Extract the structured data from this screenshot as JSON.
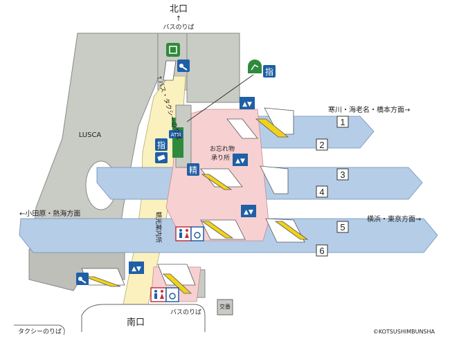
{
  "labels": {
    "north_exit": "北口",
    "north_arrow": "↑",
    "north_bus": "バスのりば",
    "bus_taxi": "↑バス・タクシーのりば",
    "lusca": "LUSCA",
    "dir_kawa": "寒川・海老名・橋本方面→",
    "dir_odawara": "←小田原・熱海方面",
    "dir_yokohama": "横浜・東京方面→",
    "lost_found_1": "お忘れ物",
    "lost_found_2": "承り所",
    "tourist_info": "観光案内所",
    "south_exit": "南口",
    "south_bus": "バスのりば",
    "taxi": "タクシーのりば",
    "koban": "交番",
    "atm": "ATM",
    "reserved_ticket": "指",
    "seisan": "精",
    "copyright": "©KOTSUSHIMBUNSHA"
  },
  "platforms": [
    "1",
    "2",
    "3",
    "4",
    "5",
    "6"
  ],
  "icons": [
    "locker-icon",
    "key-locker-icon",
    "elevator-icon",
    "toilet-icon",
    "wheelchair-icon",
    "green-window-icon",
    "ticket-machine-icon",
    "escalator-icon"
  ],
  "colors": {
    "building": "#c9cbc5",
    "concourse": "#f7d0d2",
    "passage": "#fbf1bf",
    "platform": "#b6cde8",
    "escalator": "#f1d21a",
    "sign_blue": "#1f5fa6",
    "atm_green": "#2f8a3c"
  }
}
